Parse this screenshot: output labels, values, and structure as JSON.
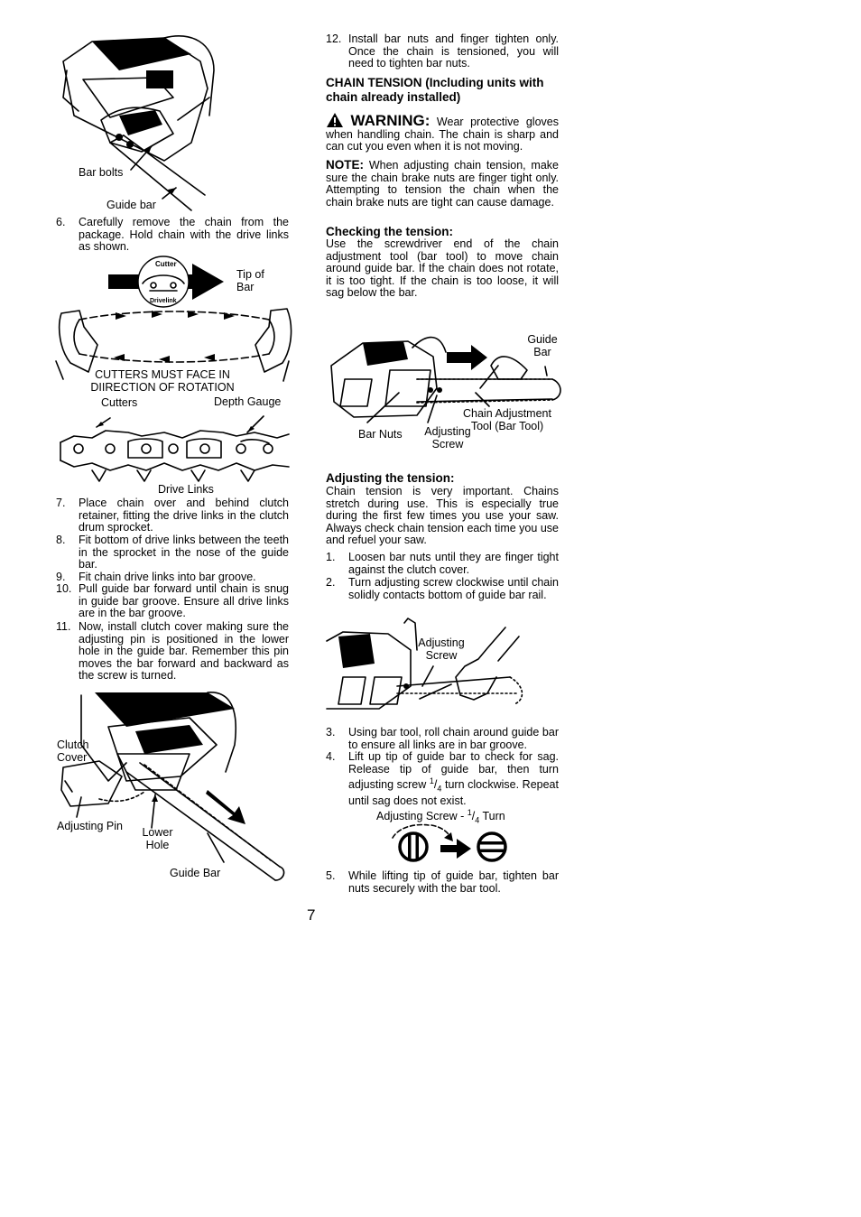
{
  "left_column": {
    "fig1": {
      "bar_bolts": "Bar bolts",
      "guide_bar": "Guide bar"
    },
    "step6": {
      "num": "6.",
      "text": "Carefully remove the chain from the package. Hold chain with the drive links as shown."
    },
    "fig2": {
      "cutter_tag": "Cutter",
      "drivelink_tag": "Drivelink",
      "tip_of_bar": "Tip of Bar",
      "caption_line1": "CUTTERS MUST FACE IN",
      "caption_line2": "DIIRECTION OF ROTATION",
      "cutters": "Cutters",
      "depth_gauge": "Depth Gauge",
      "drive_links": "Drive Links"
    },
    "steps": [
      {
        "num": "7.",
        "text": "Place chain over and behind clutch retainer, fitting the drive links in the clutch drum sprocket."
      },
      {
        "num": "8.",
        "text": "Fit bottom of drive links between the teeth in the sprocket in the nose of the guide bar."
      },
      {
        "num": "9.",
        "text": "Fit chain drive links into bar groove."
      },
      {
        "num": "10.",
        "text": "Pull guide bar forward until chain is snug in guide bar groove. Ensure all drive links are in the bar groove."
      },
      {
        "num": "11.",
        "text": "Now, install clutch cover making sure the adjusting pin is positioned in the lower hole in the guide bar. Remember this pin moves the bar forward and backward as the screw is turned."
      }
    ],
    "fig3": {
      "clutch_cover": "Clutch Cover",
      "adjusting_pin": "Adjusting Pin",
      "lower_hole": "Lower Hole",
      "guide_bar": "Guide Bar"
    }
  },
  "right_column": {
    "step12": {
      "num": "12.",
      "text": "Install bar nuts and finger tighten only. Once the chain is tensioned, you will need to tighten bar nuts."
    },
    "chain_tension_heading": "CHAIN TENSION (Including units with chain already installed)",
    "warning_label": "WARNING:",
    "warning_text": "Wear protective gloves when handling chain. The chain is sharp and can cut you even when it is not moving.",
    "note_label": "NOTE:",
    "note_text": "When adjusting chain tension, make sure the chain brake nuts are finger tight only. Attempting to tension the chain when the chain brake nuts are tight can cause damage.",
    "checking_heading": "Checking the tension:",
    "checking_text": "Use the screwdriver end of the chain adjustment tool (bar tool) to move chain around guide bar. If the chain does not rotate, it is too tight. If the chain is too loose, it will sag below the bar.",
    "fig4": {
      "guide_bar": "Guide Bar",
      "chain_adjustment_tool": "Chain Adjustment Tool (Bar Tool)",
      "bar_nuts": "Bar Nuts",
      "adjusting_screw": "Adjusting Screw"
    },
    "adjusting_heading": "Adjusting the tension:",
    "adjusting_text": "Chain tension is very important. Chains stretch during use. This is especially true during the first few times you use your saw. Always check chain tension each time you use and refuel your saw.",
    "adjust_steps_a": [
      {
        "num": "1.",
        "text": "Loosen bar nuts until they are finger tight against the clutch cover."
      },
      {
        "num": "2.",
        "text": "Turn adjusting screw clockwise until chain solidly contacts bottom of guide bar rail."
      }
    ],
    "fig5": {
      "adjusting_screw": "Adjusting Screw"
    },
    "adjust_steps_b": [
      {
        "num": "3.",
        "text": "Using bar tool, roll chain around guide bar to ensure all links are in bar groove."
      }
    ],
    "step4": {
      "num": "4.",
      "text_before": "Lift up tip of guide bar to check for sag. Release tip of guide bar, then turn adjusting screw",
      "frac_num": "1",
      "frac_den": "4",
      "text_after": "turn clockwise. Repeat until sag does not exist."
    },
    "fig6": {
      "caption_before": "Adjusting Screw -",
      "frac_num": "1",
      "frac_den": "4",
      "caption_after": "Turn"
    },
    "step5": {
      "num": "5.",
      "text": "While lifting tip of guide bar, tighten bar nuts securely with the bar tool."
    }
  },
  "page_number": "7"
}
